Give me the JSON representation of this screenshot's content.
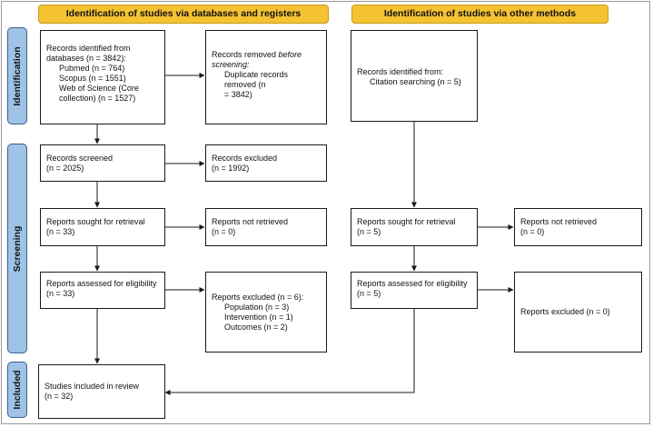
{
  "headers": {
    "databases": "Identification of studies via databases and registers",
    "other": "Identification of studies via other methods"
  },
  "phases": {
    "identification": "Identification",
    "screening": "Screening",
    "included": "Included"
  },
  "left": {
    "identified": {
      "lines": [
        "Records identified from",
        "databases (n = 3842):",
        "Pubmed (n = 764)",
        "Scopus (n = 1551)",
        "Web of Science (Core",
        "collection) (n = 1527)"
      ]
    },
    "removed": {
      "line1_a": "Records removed ",
      "line1_b": "before",
      "line2": "screening:",
      "line3": "Duplicate records removed (n",
      "line4": "= 3842)"
    },
    "screened": {
      "lines": [
        "Records screened",
        "(n = 2025)"
      ]
    },
    "excluded": {
      "lines": [
        "Records excluded",
        "(n = 1992)"
      ]
    },
    "sought": {
      "lines": [
        "Reports sought for retrieval",
        "(n = 33)"
      ]
    },
    "not_retrieved": {
      "lines": [
        "Reports not retrieved",
        "(n = 0)"
      ]
    },
    "assessed": {
      "lines": [
        "Reports assessed for eligibility",
        "(n = 33)"
      ]
    },
    "reports_excluded": {
      "lines": [
        "Reports excluded (n = 6):",
        "Population (n = 3)",
        "Intervention (n = 1)",
        "Outcomes (n = 2)"
      ]
    },
    "included": {
      "lines": [
        "Studies included in review",
        "(n = 32)"
      ]
    }
  },
  "right": {
    "identified": {
      "lines": [
        "Records identified from:",
        "Citation searching (n = 5)"
      ]
    },
    "sought": {
      "lines": [
        "Reports sought for retrieval",
        "(n = 5)"
      ]
    },
    "not_retrieved": {
      "lines": [
        "Reports not retrieved",
        "(n = 0)"
      ]
    },
    "assessed": {
      "lines": [
        "Reports assessed for eligibility",
        "(n = 5)"
      ]
    },
    "excluded": {
      "lines": [
        "Reports excluded (n = 0)"
      ]
    }
  },
  "colors": {
    "header_fill": "#f5c232",
    "phase_fill": "#9fc3e6",
    "phase_border": "#3b5f8a",
    "line": "#1a1a1a"
  }
}
